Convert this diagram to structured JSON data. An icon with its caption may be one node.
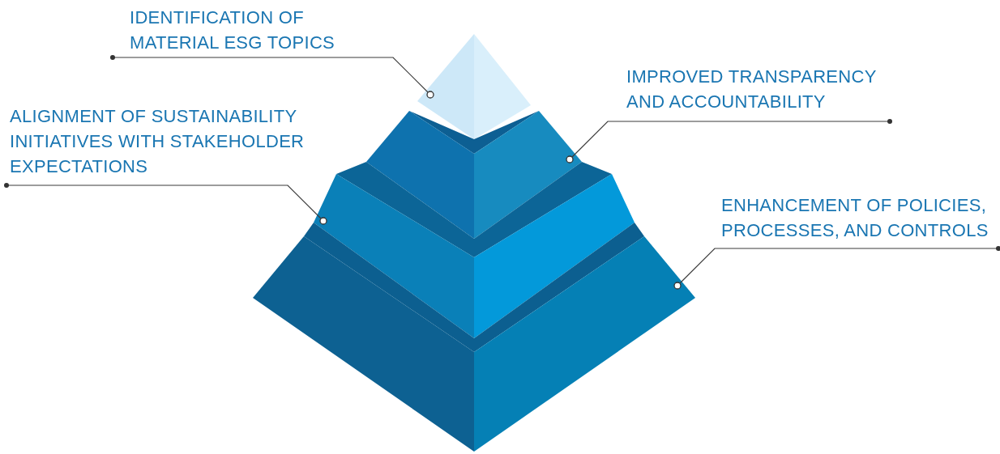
{
  "diagram": {
    "nodes": [
      {
        "text": [
          "IDENTIFICATION OF MATERIAL ESG TOPICS"
        ]
      },
      {
        "text": [
          "IMPROVED TRANSPARENCY AND ACCOUNTABILITY"
        ]
      },
      {
        "text": [
          "ALIGNMENT OF SUSTAINABILITY INITIATIVES WITH STAKEHOLDER EXPECTATIONS"
        ]
      },
      {
        "text": [
          "ENHANCEMENT OF POLICIES, PROCESSES, AND CONTROLS"
        ]
      },
      {
        "text": [],
        "shape": "diamond"
      },
      {
        "text": [],
        "shape": "diamond"
      },
      {
        "text": [],
        "shape": "diamond"
      },
      {
        "text": [],
        "shape": "diamond"
      }
    ],
    "edges": [
      {
        "from": 0,
        "to": 4,
        "arrow": "other"
      },
      {
        "from": 1,
        "to": 5,
        "arrow": "other"
      },
      {
        "from": 2,
        "to": 6,
        "arrow": "other"
      },
      {
        "from": 3,
        "to": 7,
        "arrow": "other"
      }
    ]
  }
}
